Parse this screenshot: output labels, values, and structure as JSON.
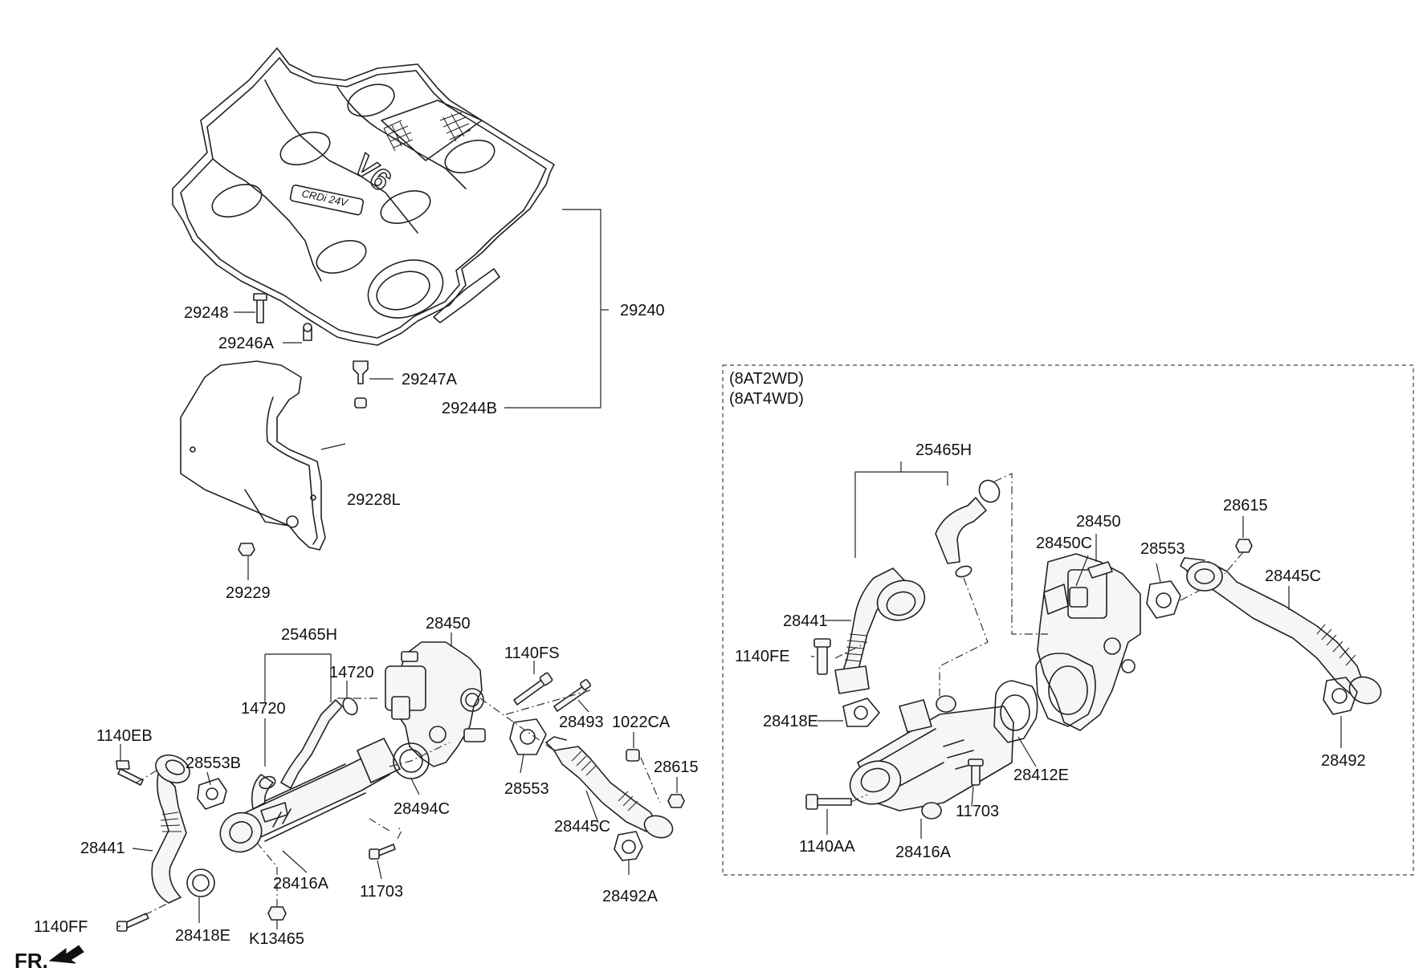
{
  "labels": {
    "p29240": "29240",
    "p29248": "29248",
    "p29246A": "29246A",
    "p29247A": "29247A",
    "p29244B": "29244B",
    "p29228L": "29228L",
    "p29229": "29229",
    "left_25465H": "25465H",
    "left_28450": "28450",
    "left_14720a": "14720",
    "left_14720b": "14720",
    "left_1140FS": "1140FS",
    "left_28493": "28493",
    "left_1022CA": "1022CA",
    "left_1140EB": "1140EB",
    "left_28553B": "28553B",
    "left_28553": "28553",
    "left_28615": "28615",
    "left_28494C": "28494C",
    "left_28445C": "28445C",
    "left_28441": "28441",
    "left_28416A": "28416A",
    "left_11703": "11703",
    "left_28492A": "28492A",
    "left_1140FF": "1140FF",
    "left_28418E": "28418E",
    "left_K13465": "K13465",
    "right_25465H": "25465H",
    "right_28450": "28450",
    "right_28450C": "28450C",
    "right_28553": "28553",
    "right_28615": "28615",
    "right_28445C": "28445C",
    "right_28441": "28441",
    "right_1140FE": "1140FE",
    "right_28418E": "28418E",
    "right_28412E": "28412E",
    "right_11703": "11703",
    "right_28492": "28492",
    "right_1140AA": "1140AA",
    "right_28416A": "28416A"
  },
  "variant_box": {
    "line1": "(8AT2WD)",
    "line2": "(8AT4WD)"
  },
  "cover_emblem": {
    "engine_badge": "V6",
    "script_badge": "CRDi 24V"
  },
  "direction": {
    "label": "FR."
  }
}
